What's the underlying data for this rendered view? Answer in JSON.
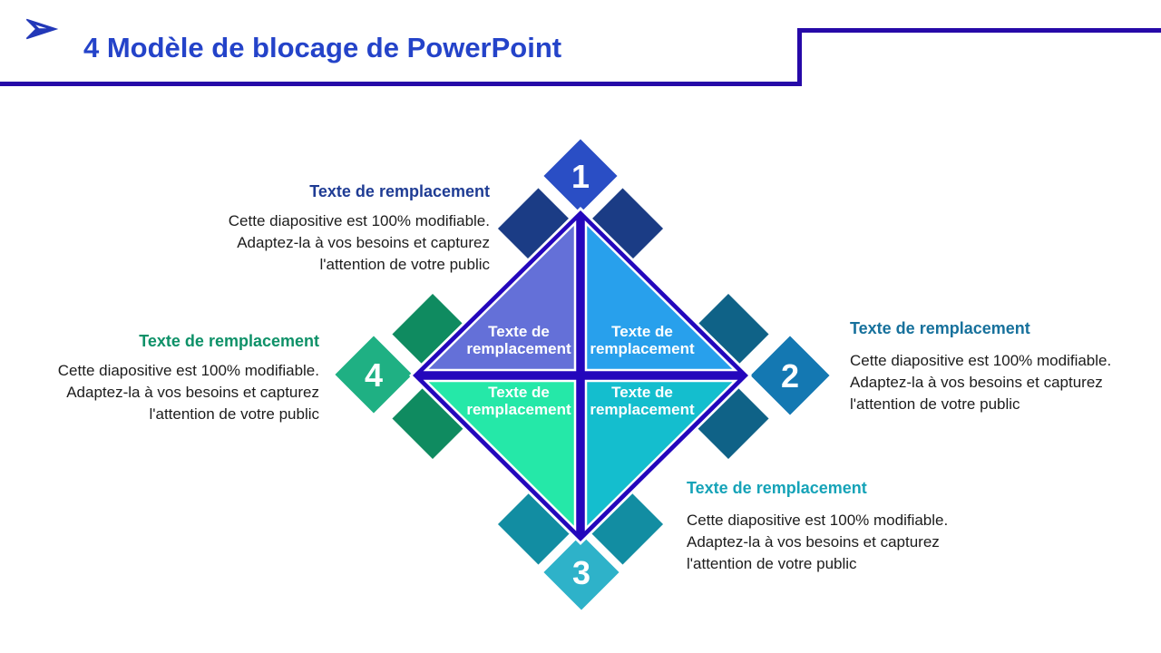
{
  "slide": {
    "title": "4 Modèle de blocage de PowerPoint",
    "bullet_icon": "➢"
  },
  "colors": {
    "title": "#2443C9",
    "bullet": "#2238B8",
    "border_line": "#2609A8",
    "diamond_border": "#2407BC",
    "diamond_underlay": "#FFFFFF",
    "tri_top_left": "#6470D8",
    "tri_top_right": "#28A0EC",
    "tri_bottom_left": "#25E8A8",
    "tri_bottom_right": "#14BECE",
    "num1_fill": "#2A4EC5",
    "num2_fill": "#1478B2",
    "num3_fill": "#2EB2C9",
    "num4_fill": "#1FB083",
    "flank_top": "#1B3C85",
    "flank_right": "#0F6287",
    "flank_bottom": "#128DA2",
    "flank_left": "#0F8B60",
    "shape_stroke": "#FFFFFF",
    "label_text": "#FFFFFF",
    "heading_top": "#1F3C94",
    "heading_left": "#0E9168",
    "heading_right": "#17719C",
    "heading_bottom": "#16A3B8",
    "body_text": "#1C1C1C"
  },
  "diagram": {
    "numbers": {
      "n1": "1",
      "n2": "2",
      "n3": "3",
      "n4": "4"
    },
    "label": {
      "line1": "Texte de",
      "line2": "remplacement"
    }
  },
  "blocks": {
    "top": {
      "heading": "Texte de remplacement",
      "body1": "Cette diapositive est 100% modifiable.",
      "body2": "Adaptez-la à vos besoins et capturez",
      "body3": "l'attention de votre public"
    },
    "left": {
      "heading": "Texte de remplacement",
      "body1": "Cette diapositive est 100% modifiable.",
      "body2": "Adaptez-la à vos besoins et capturez",
      "body3": "l'attention de votre public"
    },
    "right": {
      "heading": "Texte de remplacement",
      "body1": "Cette diapositive est 100% modifiable.",
      "body2": "Adaptez-la à vos besoins et capturez",
      "body3": "l'attention de votre public"
    },
    "bottom": {
      "heading": "Texte de remplacement",
      "body1": "Cette diapositive est 100% modifiable.",
      "body2": "Adaptez-la à vos besoins et capturez",
      "body3": "l'attention de votre public"
    }
  }
}
